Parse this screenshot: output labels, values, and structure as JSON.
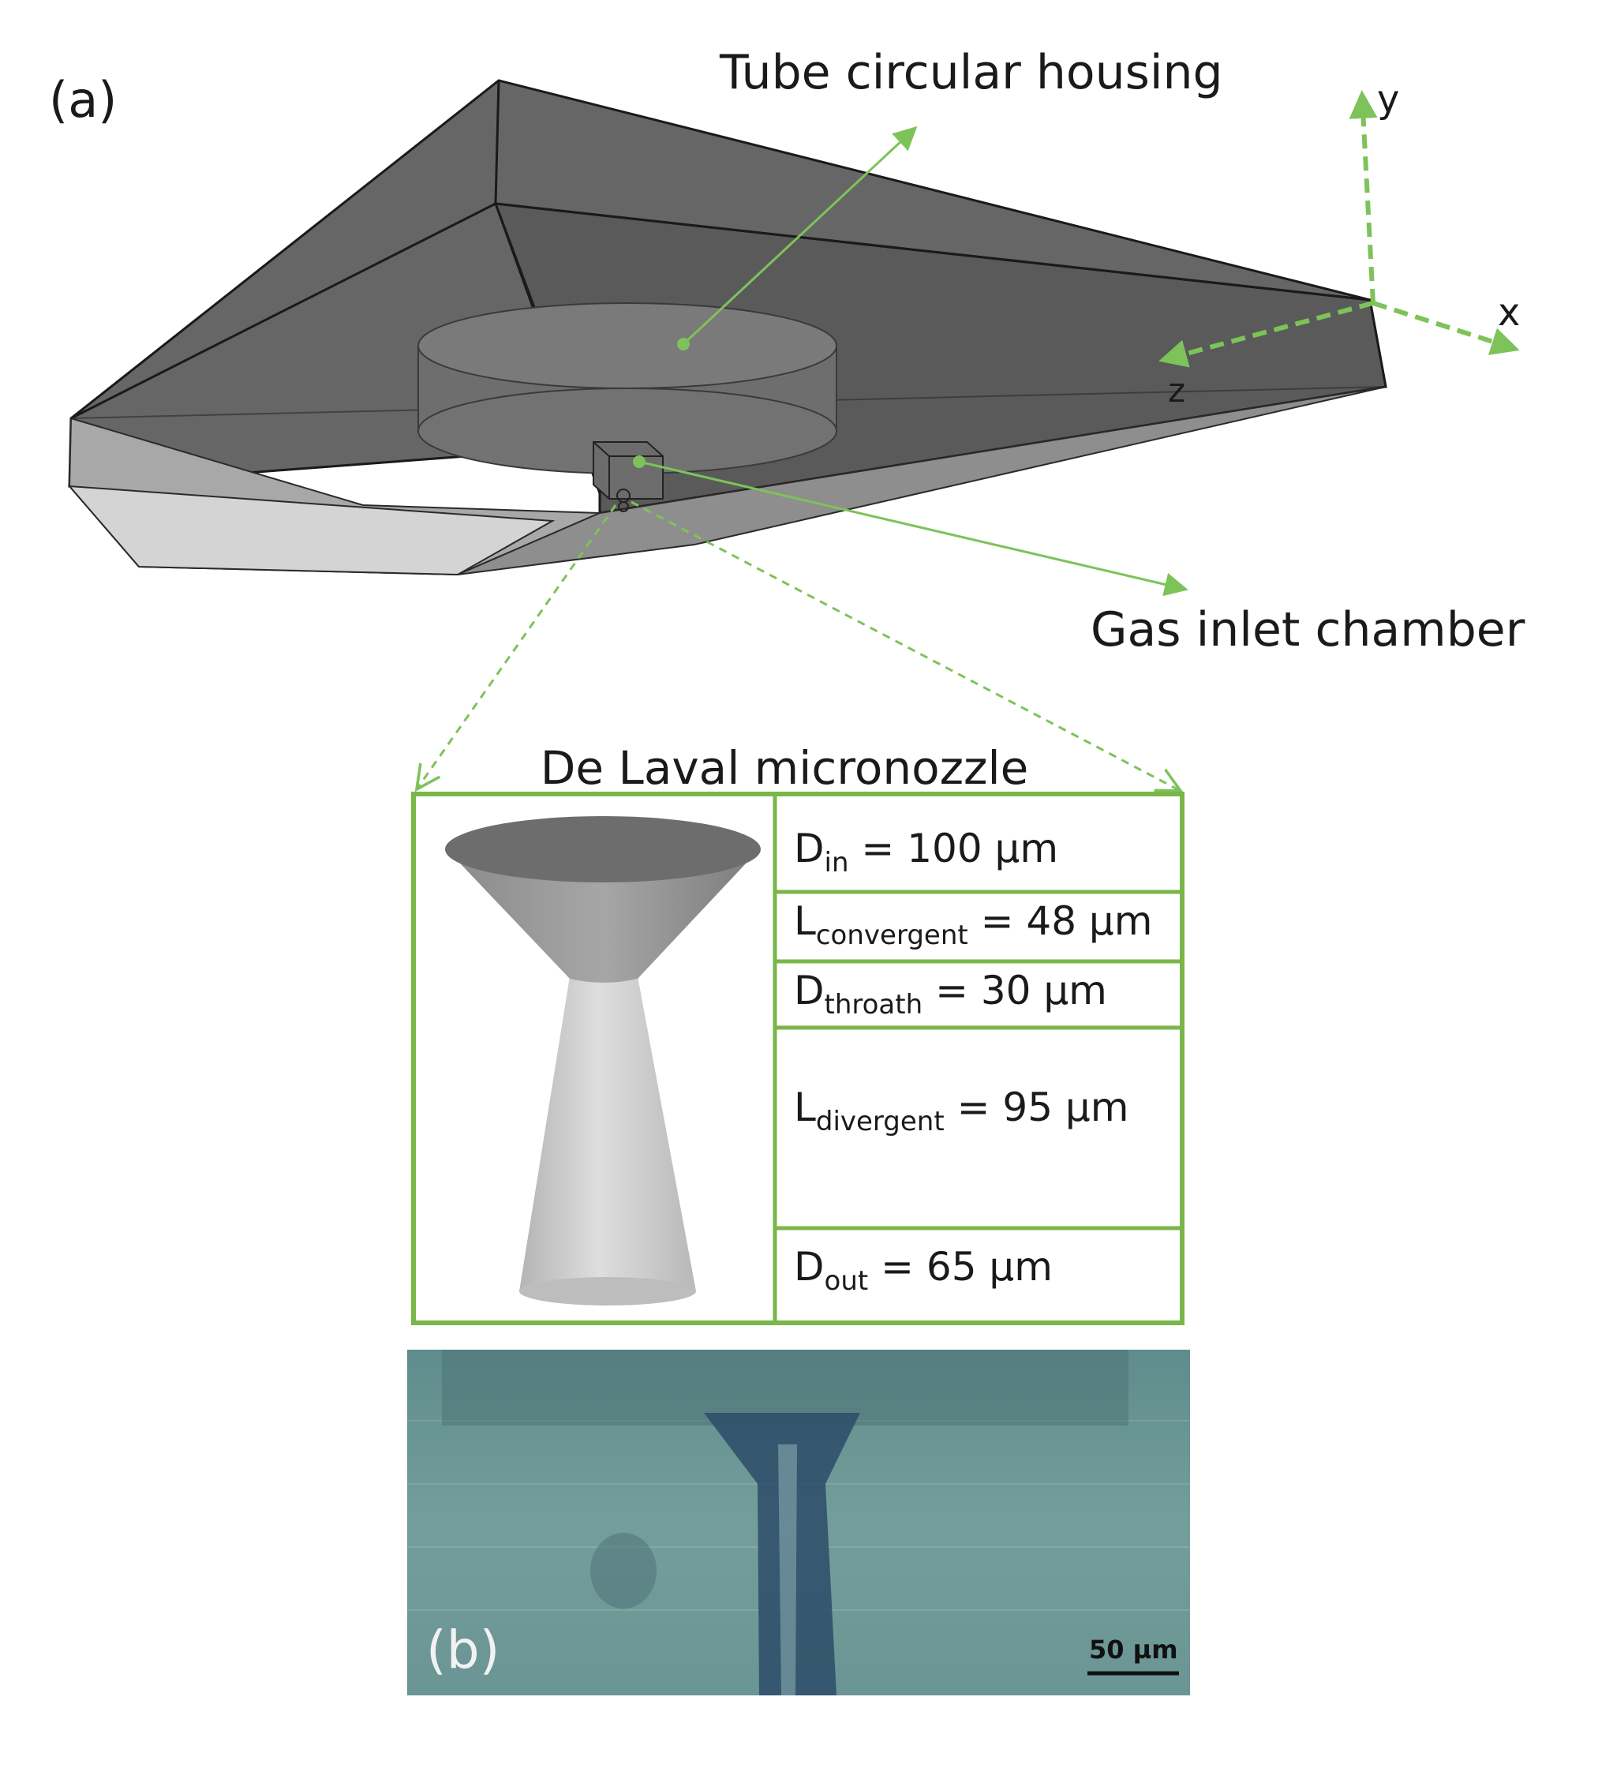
{
  "panel_a": {
    "label": "(a)",
    "callouts": {
      "tube_housing": "Tube circular housing",
      "gas_chamber": "Gas inlet chamber"
    },
    "axes": {
      "y": "y",
      "x": "x",
      "z": "z"
    }
  },
  "nozzle": {
    "title": "De Laval micronozzle",
    "parameters": [
      {
        "symbol": "D",
        "subscript": "in",
        "value": "= 100 µm"
      },
      {
        "symbol": "L",
        "subscript": "convergent",
        "value": "= 48 µm"
      },
      {
        "symbol": "D",
        "subscript": "throath",
        "value": "= 30 µm"
      },
      {
        "symbol": "L",
        "subscript": "divergent",
        "value": "= 95 µm"
      },
      {
        "symbol": "D",
        "subscript": "out",
        "value": "= 65 µm"
      }
    ]
  },
  "panel_b": {
    "label": "(b)",
    "scale_bar": "50 µm"
  },
  "colors": {
    "accent_green": "#7dc35a",
    "frame_green": "#7ab648",
    "housing_grey": "#5e5e5e",
    "micrograph_bg": "#6f9a98"
  }
}
